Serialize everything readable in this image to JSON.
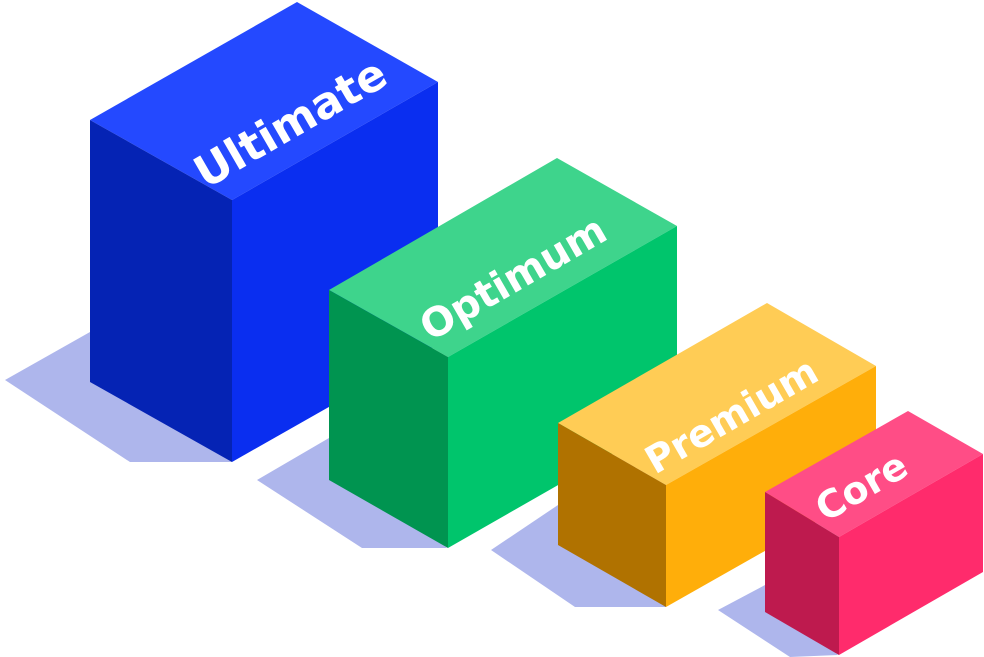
{
  "tiers": [
    {
      "label": "Ultimate",
      "colors": {
        "top": "#2449FF",
        "front": "#0A2EF0",
        "side": "#0523B4",
        "shadow": "#AEB6EC"
      }
    },
    {
      "label": "Optimum",
      "colors": {
        "top": "#3ED48C",
        "front": "#00C56C",
        "side": "#009450",
        "shadow": "#AEB6EC"
      }
    },
    {
      "label": "Premium",
      "colors": {
        "top": "#FFCC55",
        "front": "#FFAE0A",
        "side": "#B07200",
        "shadow": "#AEB6EC"
      }
    },
    {
      "label": "Core",
      "colors": {
        "top": "#FF4D86",
        "front": "#FF2B6C",
        "side": "#BE1A4E",
        "shadow": "#AEB6EC"
      }
    }
  ]
}
